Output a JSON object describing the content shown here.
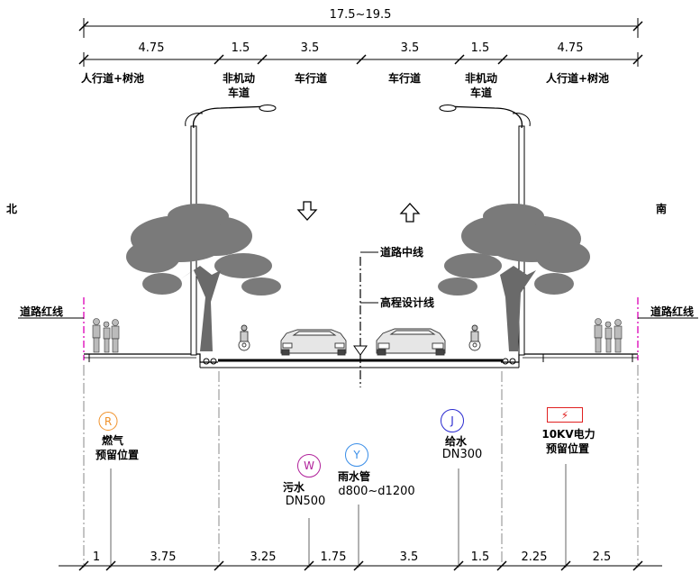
{
  "top_dimensions": {
    "total": "17.5~19.5",
    "segments": [
      "4.75",
      "1.5",
      "3.5",
      "3.5",
      "1.5",
      "4.75"
    ]
  },
  "lane_labels": {
    "left_sidewalk": "人行道+树池",
    "left_nonmotor_1": "非机动",
    "left_nonmotor_2": "车道",
    "left_carriageway": "车行道",
    "right_carriageway": "车行道",
    "right_nonmotor_1": "非机动",
    "right_nonmotor_2": "车道",
    "right_sidewalk": "人行道+树池"
  },
  "directions": {
    "north": "北",
    "south": "南"
  },
  "centerline_label": "道路中线",
  "design_elevation_label": "高程设计线",
  "red_line_left": "道路红线",
  "red_line_right": "道路红线",
  "utilities": [
    {
      "symbol": "R",
      "line1": "燃气",
      "line2": "预留位置",
      "color": "#f0922c"
    },
    {
      "symbol": "W",
      "line1": "污水",
      "line2": "DN500",
      "color": "#b0209a"
    },
    {
      "symbol": "Y",
      "line1": "雨水管",
      "line2": "d800~d1200",
      "color": "#3a8ee8"
    },
    {
      "symbol": "J",
      "line1": "给水",
      "line2": "DN300",
      "color": "#2a2ad0"
    },
    {
      "symbol": "⚡",
      "line1": "10KV电力",
      "line2": "预留位置",
      "color": "#e02020"
    }
  ],
  "bottom_dimensions": [
    "1",
    "3.75",
    "3.25",
    "1.75",
    "3.5",
    "1.5",
    "2.25",
    "2.5"
  ]
}
